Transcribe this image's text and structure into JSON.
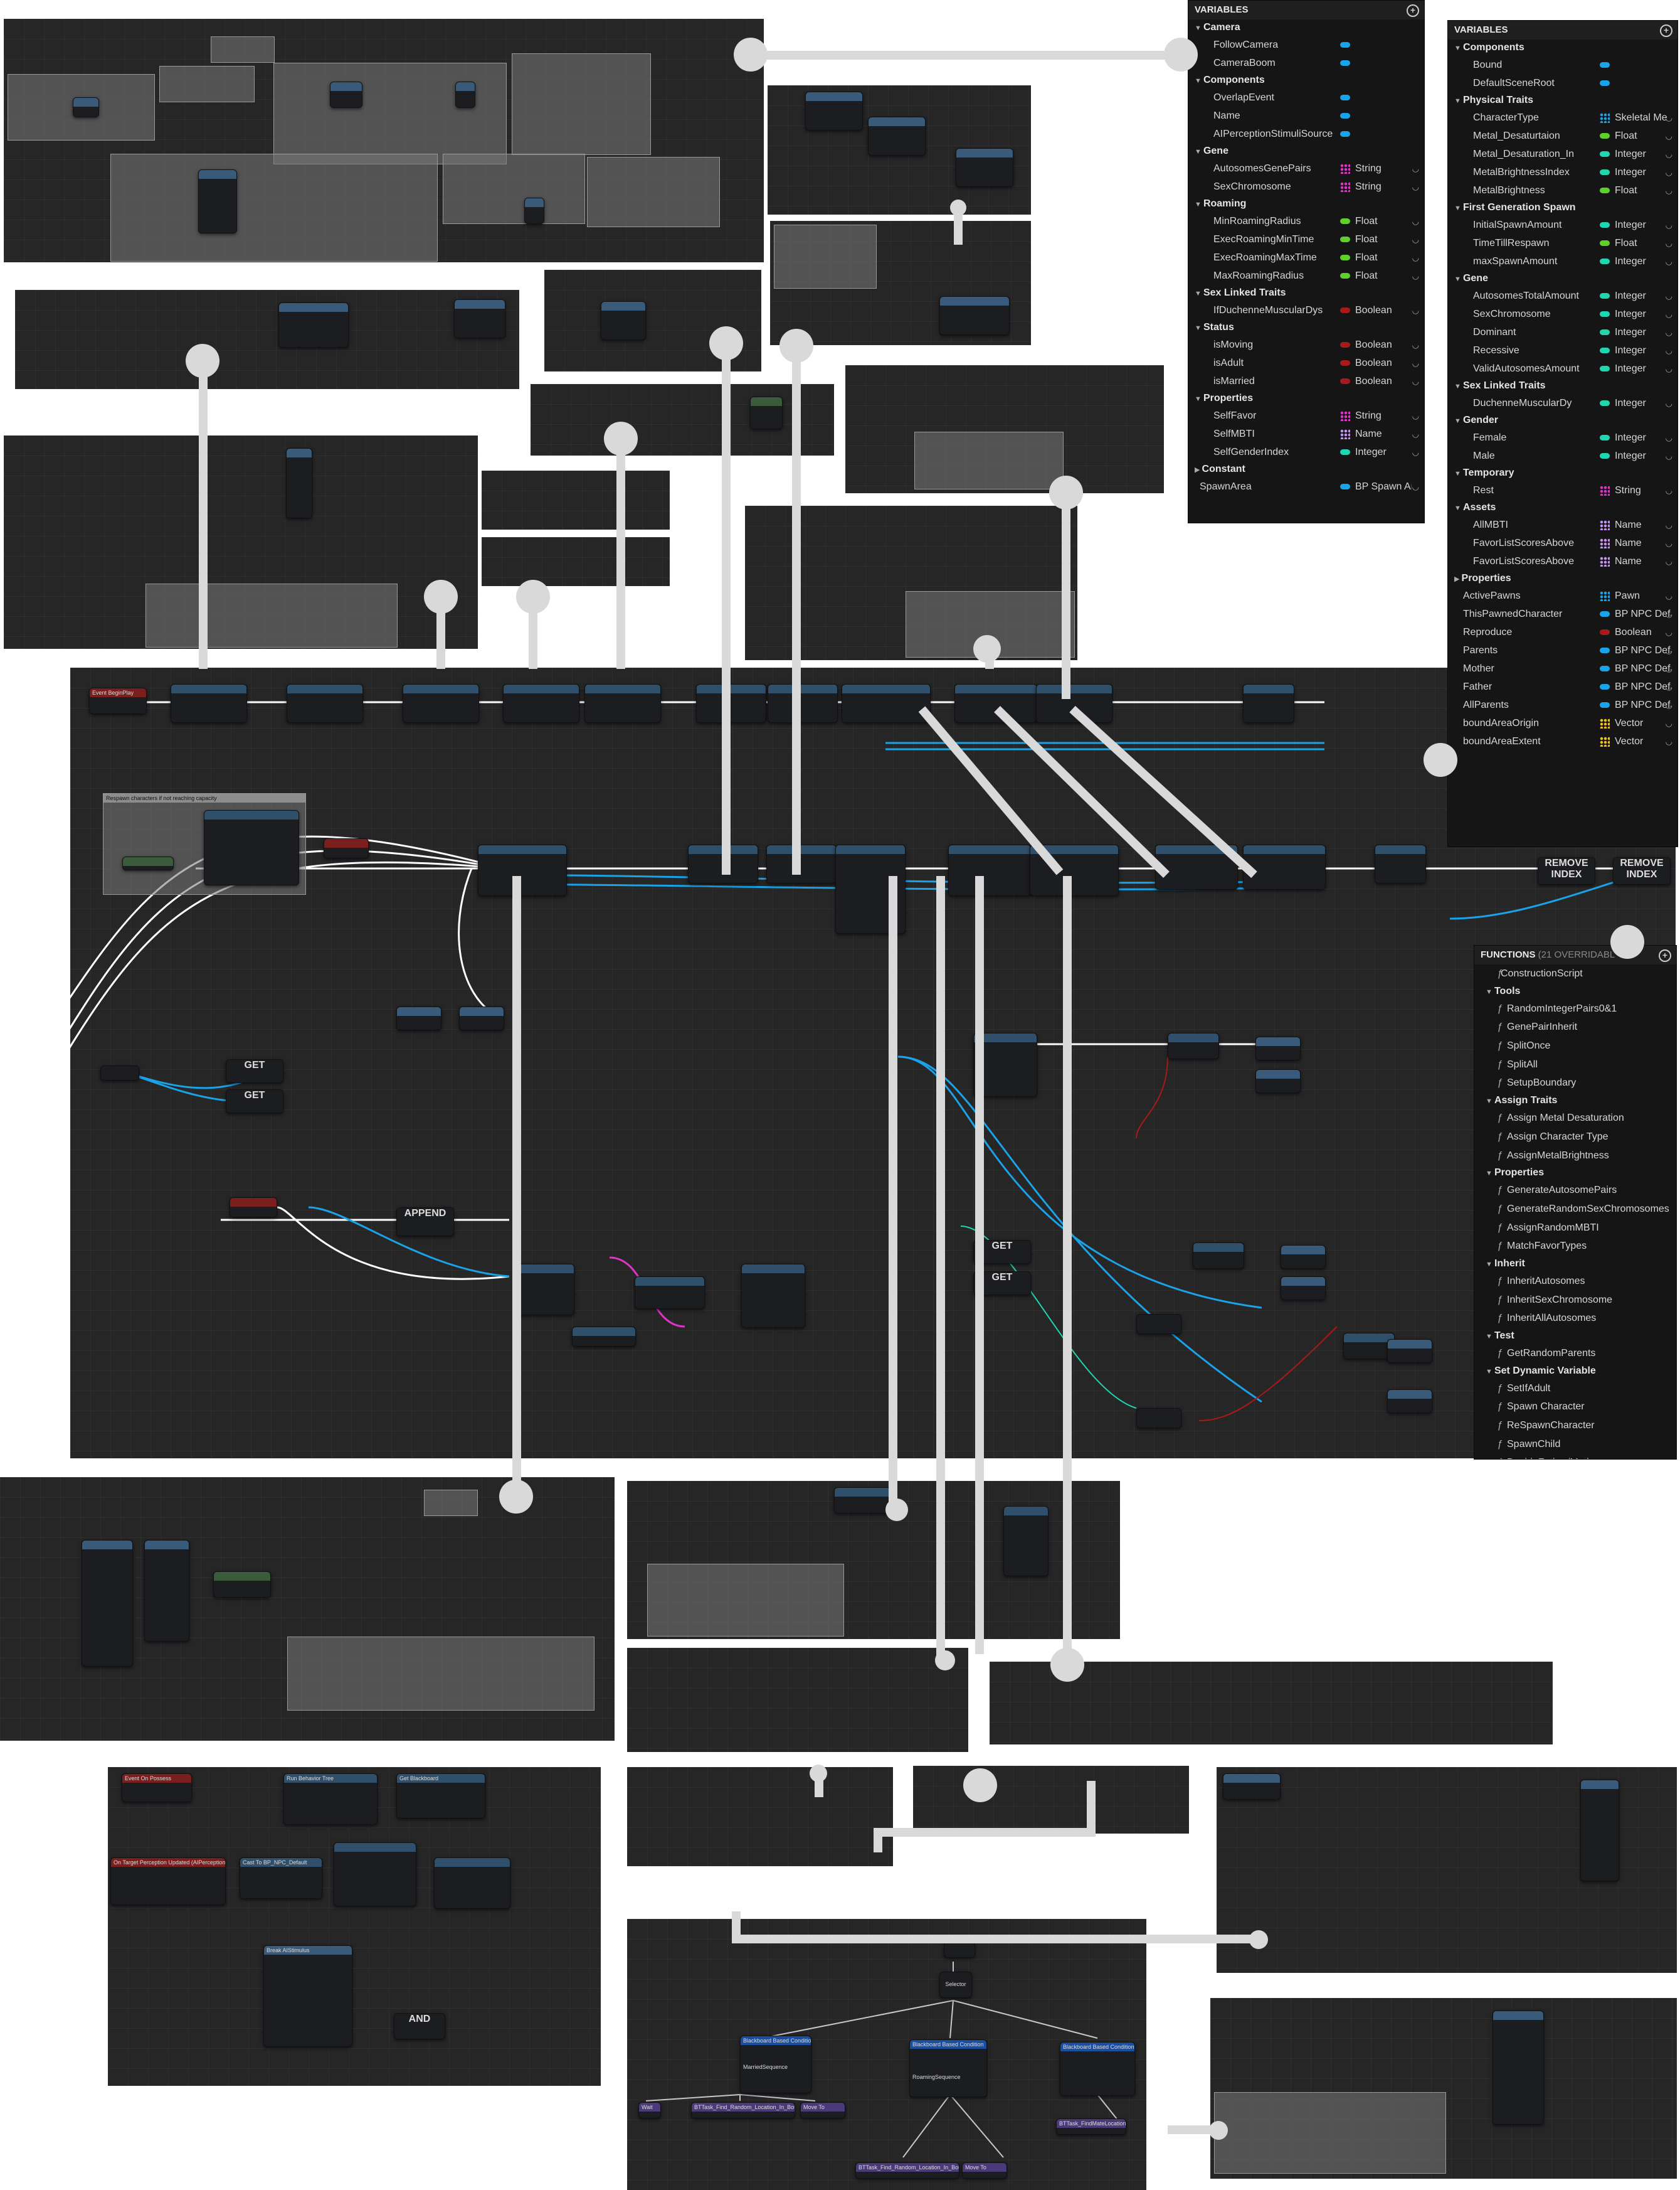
{
  "variables_panel_1": {
    "title": "VARIABLES",
    "categories": [
      {
        "name": "Camera",
        "vars": [
          {
            "name": "FollowCamera",
            "type": ""
          },
          {
            "name": "CameraBoom",
            "type": ""
          }
        ]
      },
      {
        "name": "Components",
        "vars": [
          {
            "name": "OverlapEvent",
            "type": ""
          },
          {
            "name": "Name",
            "type": ""
          },
          {
            "name": "AIPerceptionStimuliSource",
            "type": ""
          }
        ]
      },
      {
        "name": "Gene",
        "vars": [
          {
            "name": "AutosomesGenePairs",
            "type": "String"
          },
          {
            "name": "SexChromosome",
            "type": "String"
          }
        ]
      },
      {
        "name": "Roaming",
        "vars": [
          {
            "name": "MinRoamingRadius",
            "type": "Float"
          },
          {
            "name": "ExecRoamingMinTime",
            "type": "Float"
          },
          {
            "name": "ExecRoamingMaxTime",
            "type": "Float"
          },
          {
            "name": "MaxRoamingRadius",
            "type": "Float"
          }
        ]
      },
      {
        "name": "Sex Linked Traits",
        "vars": [
          {
            "name": "IfDuchenneMuscularDys",
            "type": "Boolean"
          }
        ]
      },
      {
        "name": "Status",
        "vars": [
          {
            "name": "isMoving",
            "type": "Boolean"
          },
          {
            "name": "isAdult",
            "type": "Boolean"
          },
          {
            "name": "isMarried",
            "type": "Boolean"
          }
        ]
      },
      {
        "name": "Properties",
        "vars": [
          {
            "name": "SelfFavor",
            "type": "String"
          },
          {
            "name": "SelfMBTI",
            "type": "Name"
          },
          {
            "name": "SelfGenderIndex",
            "type": "Integer"
          }
        ]
      }
    ],
    "collapsed": "Constant",
    "trailing_var": {
      "name": "SpawnArea",
      "type": "BP Spawn Ar"
    }
  },
  "variables_panel_2": {
    "title": "VARIABLES",
    "categories": [
      {
        "name": "Components",
        "vars": [
          {
            "name": "Bound",
            "type": ""
          },
          {
            "name": "DefaultSceneRoot",
            "type": ""
          }
        ]
      },
      {
        "name": "Physical Traits",
        "vars": [
          {
            "name": "CharacterType",
            "type": "Skeletal Me"
          },
          {
            "name": "Metal_Desaturtaion",
            "type": "Float"
          },
          {
            "name": "Metal_Desaturation_In",
            "type": "Integer"
          },
          {
            "name": "MetalBrightnessIndex",
            "type": "Integer"
          },
          {
            "name": "MetalBrightness",
            "type": "Float"
          }
        ]
      },
      {
        "name": "First Generation Spawn",
        "vars": [
          {
            "name": "InitialSpawnAmount",
            "type": "Integer"
          },
          {
            "name": "TimeTillRespawn",
            "type": "Float"
          },
          {
            "name": "maxSpawnAmount",
            "type": "Integer"
          }
        ]
      },
      {
        "name": "Gene",
        "vars": [
          {
            "name": "AutosomesTotalAmount",
            "type": "Integer"
          },
          {
            "name": "SexChromosome",
            "type": "Integer"
          },
          {
            "name": "Dominant",
            "type": "Integer"
          },
          {
            "name": "Recessive",
            "type": "Integer"
          },
          {
            "name": "ValidAutosomesAmount",
            "type": "Integer"
          }
        ]
      },
      {
        "name": "Sex Linked Traits",
        "vars": [
          {
            "name": "DuchenneMuscularDy",
            "type": "Integer"
          }
        ]
      },
      {
        "name": "Gender",
        "vars": [
          {
            "name": "Female",
            "type": "Integer"
          },
          {
            "name": "Male",
            "type": "Integer"
          }
        ]
      },
      {
        "name": "Temporary",
        "vars": [
          {
            "name": "Rest",
            "type": "String"
          }
        ]
      },
      {
        "name": "Assets",
        "vars": [
          {
            "name": "AllMBTI",
            "type": "Name"
          },
          {
            "name": "FavorListScoresAbove",
            "type": "Name"
          },
          {
            "name": "FavorListScoresAbove",
            "type": "Name"
          }
        ]
      }
    ],
    "collapsed": "Properties",
    "trailing_vars": [
      {
        "name": "ActivePawns",
        "type": "Pawn"
      },
      {
        "name": "ThisPawnedCharacter",
        "type": "BP NPC Defa"
      },
      {
        "name": "Reproduce",
        "type": "Boolean"
      },
      {
        "name": "Parents",
        "type": "BP NPC Defa"
      },
      {
        "name": "Mother",
        "type": "BP NPC Defa"
      },
      {
        "name": "Father",
        "type": "BP NPC Defa"
      },
      {
        "name": "AllParents",
        "type": "BP NPC Defa"
      },
      {
        "name": "boundAreaOrigin",
        "type": "Vector"
      },
      {
        "name": "boundAreaExtent",
        "type": "Vector"
      }
    ]
  },
  "functions_panel": {
    "title": "FUNCTIONS",
    "subtitle": "(21 OVERRIDABL",
    "top_item": "ConstructionScript",
    "groups": [
      {
        "name": "Tools",
        "items": [
          "RandomIntegerPairs0&1",
          "GenePairInherit",
          "SplitOnce",
          "SplitAll",
          "SetupBoundary"
        ]
      },
      {
        "name": "Assign Traits",
        "items": [
          "Assign Metal Desaturation",
          "Assign Character Type",
          "AssignMetalBrightness"
        ]
      },
      {
        "name": "Properties",
        "items": [
          "GenerateAutosomePairs",
          "GenerateRandomSexChromosomes",
          "AssignRandomMBTI",
          "MatchFavorTypes"
        ]
      },
      {
        "name": "Inherit",
        "items": [
          "InheritAutosomes",
          "InheritSexChromosome",
          "InheritAllAutosomes"
        ]
      },
      {
        "name": "Test",
        "items": [
          "GetRandomParents"
        ]
      },
      {
        "name": "Set Dynamic Variable",
        "items": [
          "SetIfAdult",
          "Spawn Character",
          "ReSpawnCharacter",
          "SpawnChild",
          "DecideFather/Mother"
        ]
      }
    ]
  },
  "main_graph": {
    "nodes": {
      "begin_play": "Event BeginPlay",
      "respawn_comment": "Respawn characters if not reaching capacity",
      "append": "APPEND",
      "get1": "GET",
      "get2": "GET",
      "get3": "GET",
      "get4": "GET",
      "remove_index_1": "REMOVE INDEX",
      "remove_index_2": "REMOVE INDEX"
    }
  },
  "behavior_tree": {
    "selector": "Selector",
    "decorator_1": "Blackboard Based Condition",
    "decorator_2": "Blackboard Based Condition",
    "decorator_3": "Blackboard Based Condition",
    "sequence_1": "MarriedSequence",
    "sequence_2": "RoamingSequence",
    "wait": "Wait",
    "task_find_1": "BTTask_Find_Random_Location_In_Bound",
    "move_to_1": "Move To",
    "task_find_2": "BTTask_Find_Random_Location_In_Bound",
    "move_to_2": "Move To",
    "task_mate": "BTTask_FindMateLocation"
  },
  "ai_graph": {
    "on_possess": "Event On Possess",
    "run_bt": "Run Behavior Tree",
    "get_blackboard": "Get Blackboard",
    "on_perception": "On Target Perception Updated (AIPerception)",
    "cast": "Cast To BP_NPC_Default",
    "break_stimulus": "Break AIStimulus",
    "and": "AND"
  },
  "colors": {
    "object_pin": "#1aa3e8",
    "float_pin": "#5fcf2c",
    "bool_pin": "#a81a1a",
    "string_pin": "#e033c8",
    "integer_pin": "#1fd6b0",
    "name_pin": "#c694f0",
    "vector_pin": "#f0c024",
    "struct_pin": "#1a6ae8"
  }
}
